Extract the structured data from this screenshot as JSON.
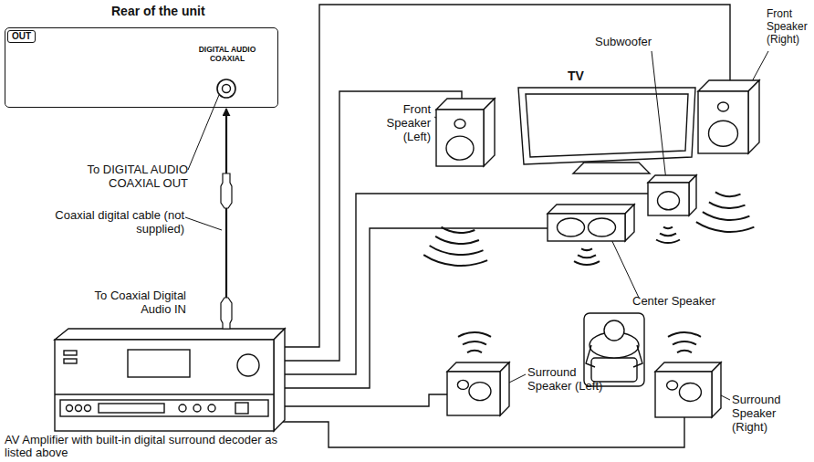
{
  "diagram": {
    "nodes": [
      {
        "text": [
          "Rear of the unit",
          "OUT",
          "DIGITAL AUDIO COAXIAL"
        ]
      },
      {
        "text": [
          "AV Amplifier with built-in digital surround decoder as listed above"
        ]
      }
    ],
    "edges": [
      {
        "from": 1,
        "to": 0,
        "arrow": "to"
      }
    ],
    "labels": [
      "To DIGITAL AUDIO COAXIAL OUT",
      "Coaxial digital cable (not supplied)",
      "To Coaxial Digital Audio IN",
      "Front Speaker (Left)",
      "TV",
      "Subwoofer",
      "Front Speaker (Right)",
      "Center Speaker",
      "Surround Speaker (Left)",
      "Surround Speaker (Right)"
    ]
  }
}
